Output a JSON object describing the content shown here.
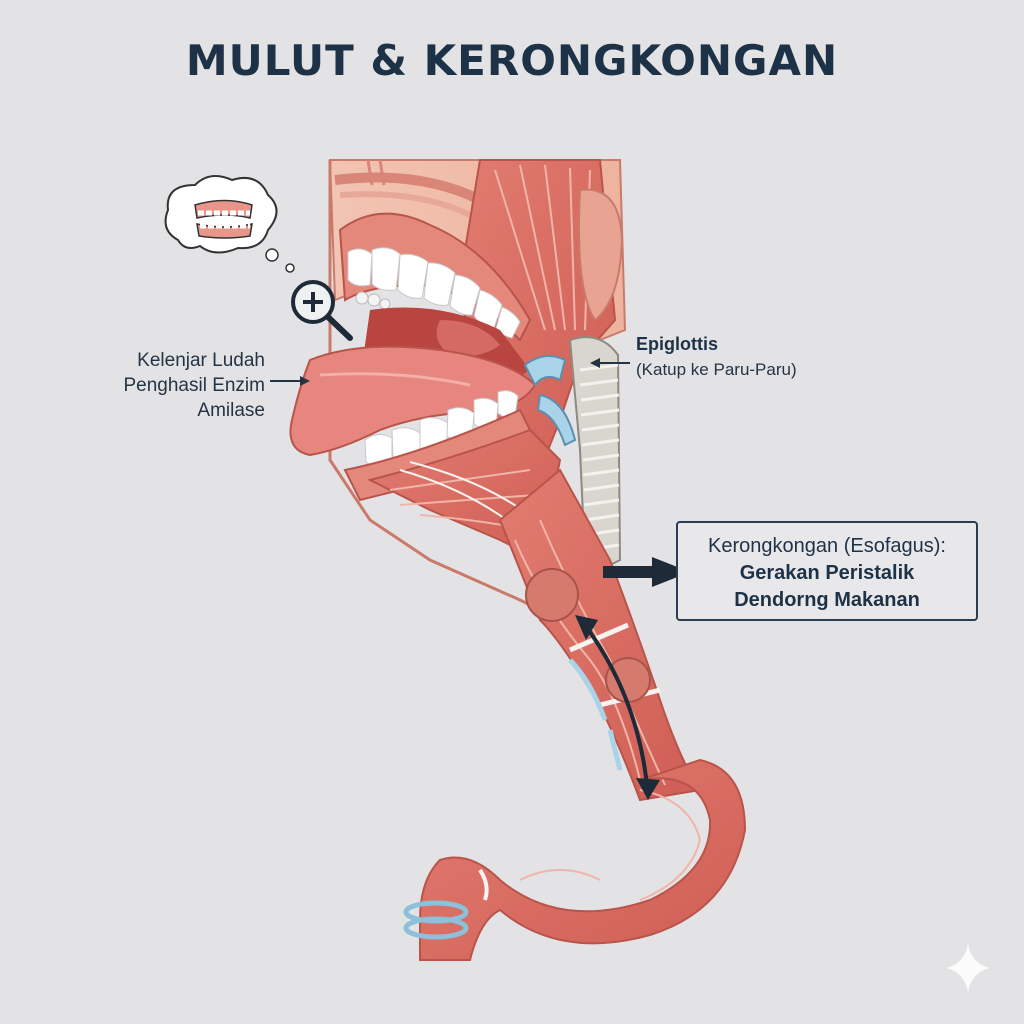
{
  "title": "MULUT & KERONGKONGAN",
  "labels": {
    "salivary": [
      "Kelenjar Ludah",
      "Penghasil Enzim",
      "Amilase"
    ],
    "epiglottis_title": "Epiglottis",
    "epiglottis_sub": "(Katup ke Paru-Paru)",
    "esophagus": [
      "Kerongkongan (Esofagus):",
      "Gerakan Peristalik",
      "Dendorng Makanan"
    ]
  },
  "icons": [
    "teeth-thought-icon",
    "magnifier-plus-icon",
    "arrow-right-icon",
    "sparkle-icon"
  ],
  "colors": {
    "title": "#1e3247",
    "tissue": "#e8968a",
    "muscle": "#d9695e",
    "background": "#e3e3e5",
    "cartilage": "#a9d3e8"
  }
}
